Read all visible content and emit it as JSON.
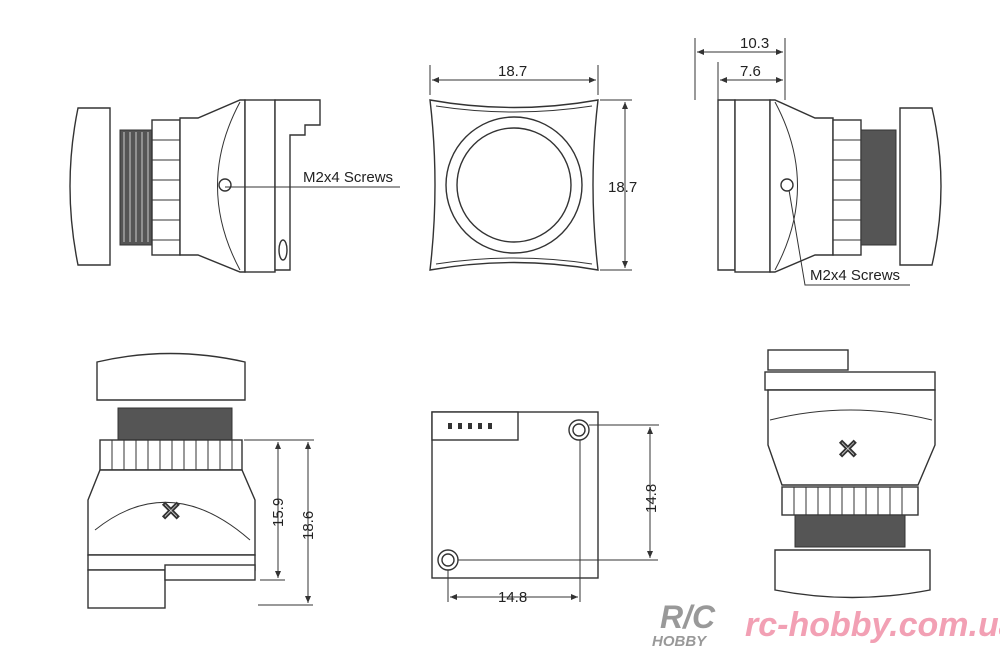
{
  "views": {
    "side_left": {
      "screw_label": "M2x4 Screws"
    },
    "front": {
      "width_label": "18.7",
      "height_label": "18.7"
    },
    "side_right": {
      "depth_total_label": "10.3",
      "depth_body_label": "7.6",
      "screw_label": "M2x4 Screws"
    },
    "bottom_left": {
      "inner_height_label": "15.9",
      "outer_height_label": "18.6"
    },
    "pcb": {
      "hole_vertical_label": "14.8",
      "hole_horizontal_label": "14.8"
    }
  },
  "watermark": {
    "logo_top": "R/C",
    "logo_bottom": "HOBBY",
    "site": "rc-hobby.com.ua"
  }
}
